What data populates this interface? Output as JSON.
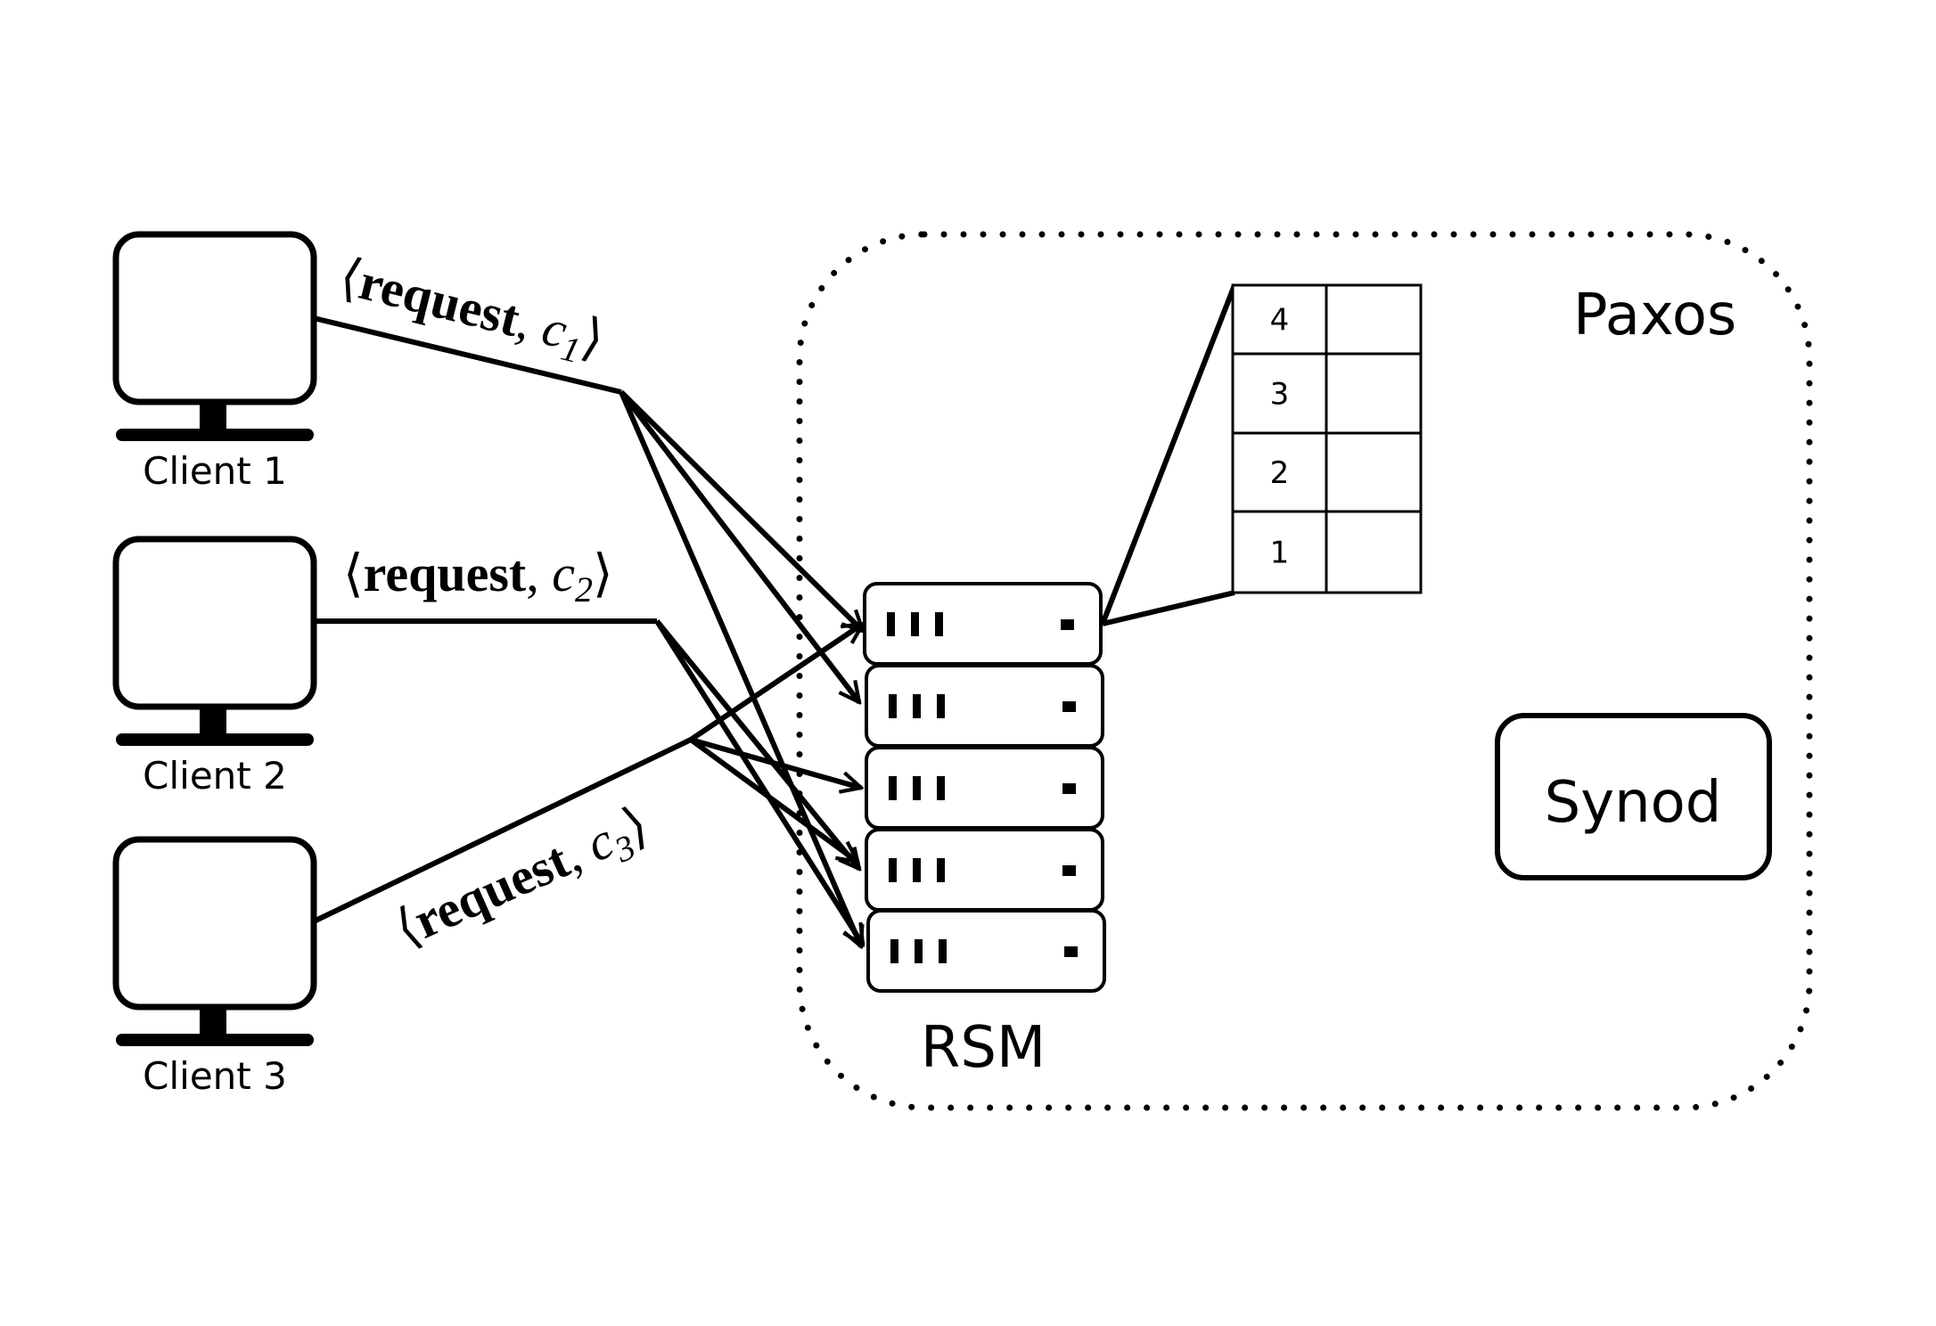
{
  "clients": [
    {
      "label": "Client 1",
      "message": {
        "open": "⟨",
        "keyword": "request",
        "sep": ",",
        "var": "c",
        "sub": "1",
        "close": "⟩"
      }
    },
    {
      "label": "Client 2",
      "message": {
        "open": "⟨",
        "keyword": "request",
        "sep": ",",
        "var": "c",
        "sub": "2",
        "close": "⟩"
      }
    },
    {
      "label": "Client 3",
      "message": {
        "open": "⟨",
        "keyword": "request",
        "sep": ",",
        "var": "c",
        "sub": "3",
        "close": "⟩"
      }
    }
  ],
  "paxos": {
    "label": "Paxos"
  },
  "synod": {
    "label": "Synod"
  },
  "rsm": {
    "label": "RSM",
    "replica_count": 5
  },
  "log": {
    "slots": [
      "4",
      "3",
      "2",
      "1"
    ]
  }
}
